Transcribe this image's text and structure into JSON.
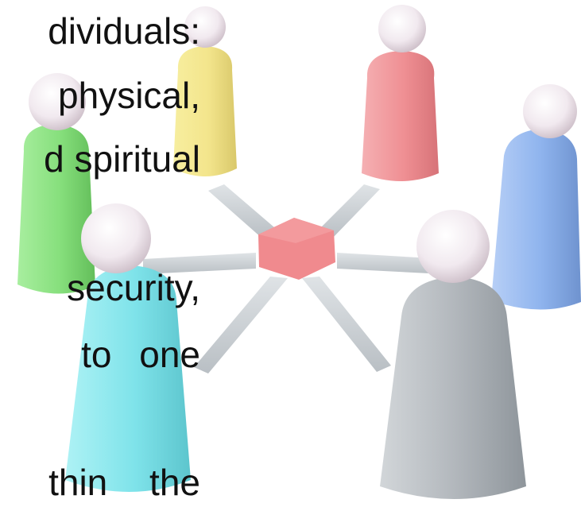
{
  "text_lines": [
    "dividuals:",
    "physical,",
    "d spiritual",
    "security,",
    "to one",
    "thin the"
  ],
  "figures": [
    {
      "name": "yellow-person",
      "color": "#f3e58c"
    },
    {
      "name": "red-person",
      "color": "#ef8f93"
    },
    {
      "name": "green-person",
      "color": "#86df7c"
    },
    {
      "name": "blue-person",
      "color": "#8fb4ee"
    },
    {
      "name": "cyan-person",
      "color": "#7fe3ea"
    },
    {
      "name": "gray-person",
      "color": "#a9afb5"
    }
  ],
  "hub_color": "#f08a8e",
  "spoke_color": "#c9ced3"
}
